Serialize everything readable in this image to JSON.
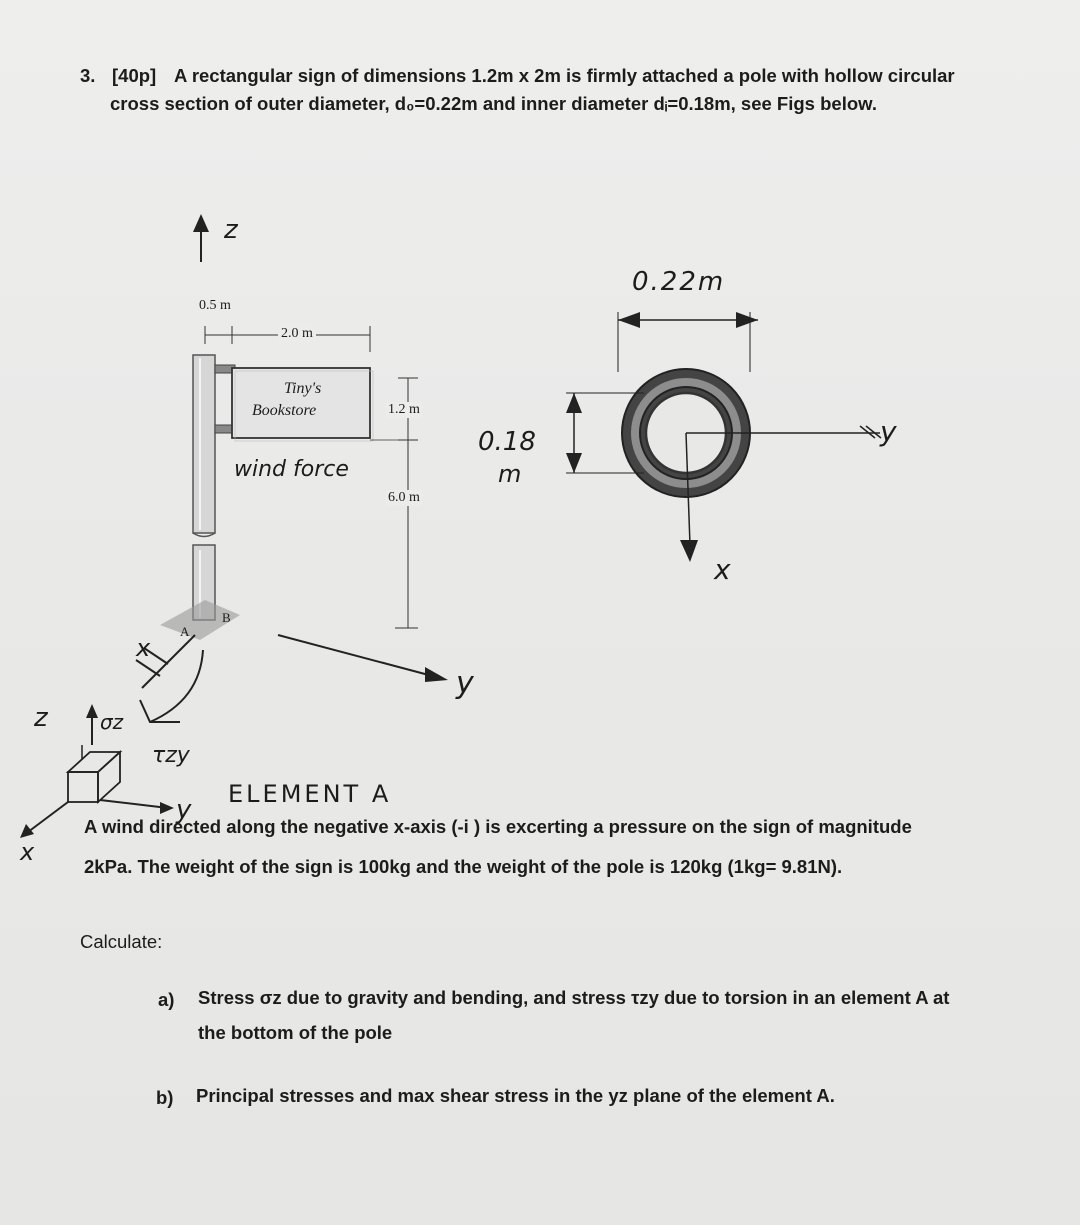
{
  "problem": {
    "number": "3.",
    "points": "[40p]",
    "line1": "A rectangular sign of dimensions 1.2m x 2m is firmly attached a pole with hollow circular",
    "line2": "cross section of outer diameter, d₀=0.22m and inner diameter dᵢ=0.18m, see Figs below."
  },
  "figure": {
    "dim_0_5": "0.5 m",
    "dim_2_0": "2.0 m",
    "dim_1_2": "1.2 m",
    "dim_6_0": "6.0 m",
    "sign_line1": "Tiny's",
    "sign_line2": "Bookstore",
    "point_a": "A",
    "point_b": "B",
    "hand_z_axis": "z",
    "hand_y_axis": "y",
    "hand_x_axis": "x",
    "hand_wind_force": "wind force",
    "hand_element_a": "ELEMENT A",
    "hand_outer_dia": "0.22m",
    "hand_inner_dia_num": "0.18",
    "hand_inner_dia_unit": "m",
    "hand_section_y": "y",
    "hand_section_x": "x",
    "hand_elem_z": "z",
    "hand_elem_sigma": "σz",
    "hand_elem_tau": "τzy",
    "hand_elem_y": "y",
    "hand_elem_x": "x"
  },
  "statement": {
    "line1": "A wind directed along the negative x-axis (-i ) is excerting a pressure on the sign of magnitude",
    "line2": "2kPa. The weight of the sign is 100kg and the weight of the pole is 120kg (1kg= 9.81N)."
  },
  "calculate_label": "Calculate:",
  "questions": {
    "a_label": "a)",
    "a_line1": "Stress σz due to gravity and bending, and stress τzy due to torsion in an element A at",
    "a_line2": "the bottom of the pole",
    "b_label": "b)",
    "b_line1": "Principal stresses and max shear stress in the yz plane of the element A."
  }
}
